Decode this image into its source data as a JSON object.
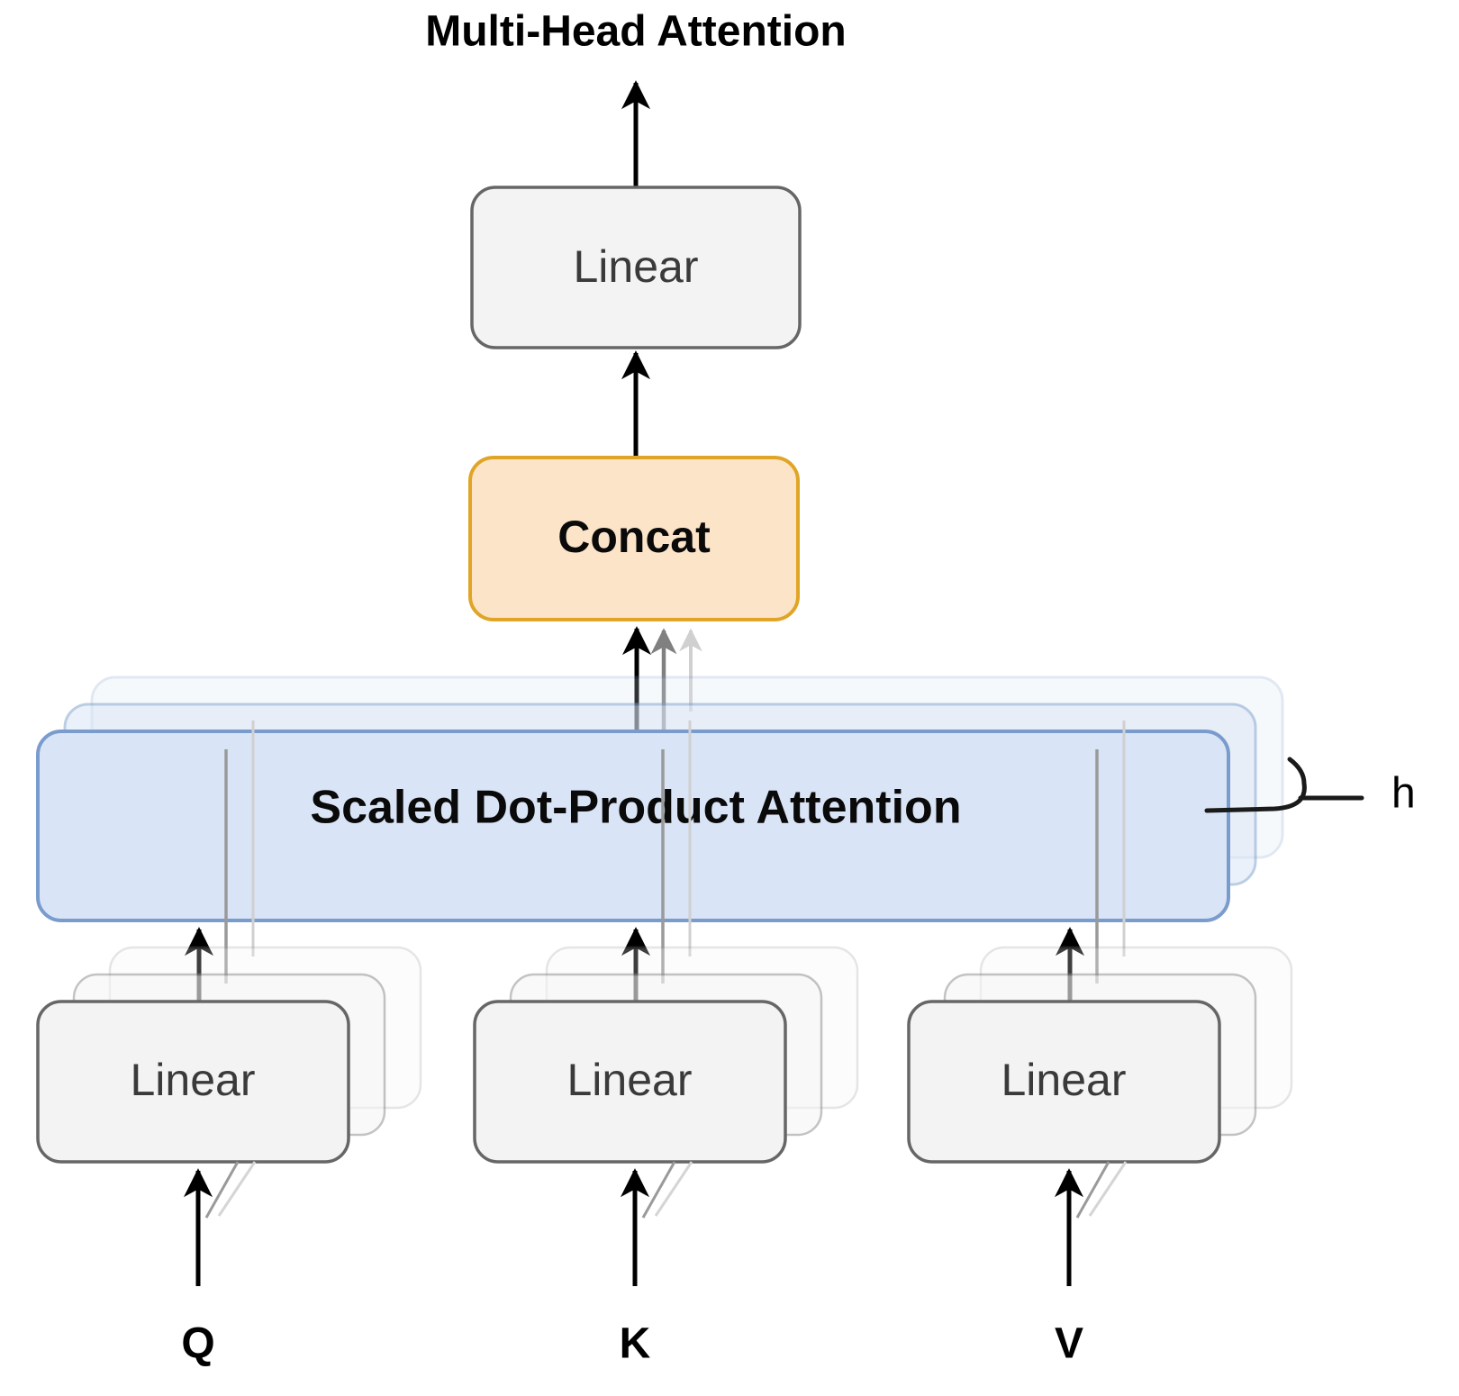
{
  "diagram": {
    "title": "Multi-Head Attention",
    "nodes": {
      "output_linear": {
        "label": "Linear",
        "fill": "#f3f3f3",
        "stroke": "#666666"
      },
      "concat": {
        "label": "Concat",
        "fill": "#fce4c8",
        "stroke": "#e0a526"
      },
      "attention": {
        "label": "Scaled Dot-Product Attention",
        "fill": "#d9e5f6",
        "stroke": "#7a9ccd"
      },
      "linear_q": {
        "label": "Linear",
        "fill": "#f3f3f3",
        "stroke": "#666666"
      },
      "linear_k": {
        "label": "Linear",
        "fill": "#f3f3f3",
        "stroke": "#666666"
      },
      "linear_v": {
        "label": "Linear",
        "fill": "#f3f3f3",
        "stroke": "#666666"
      }
    },
    "inputs": [
      {
        "name": "query",
        "label": "Q"
      },
      {
        "name": "key",
        "label": "K"
      },
      {
        "name": "value",
        "label": "V"
      }
    ],
    "annotations": [
      {
        "name": "heads-count",
        "label": "h"
      }
    ],
    "colors": {
      "background": "#ffffff",
      "arrow": "#000000",
      "box_gray_fill": "#f3f3f3",
      "box_gray_stroke": "#666666",
      "box_orange_fill": "#fce4c8",
      "box_orange_stroke": "#e0a526",
      "box_blue_fill": "#d9e5f6",
      "box_blue_stroke": "#7a9ccd",
      "text_dark": "#3a3a3a",
      "text_black": "#000000"
    }
  }
}
